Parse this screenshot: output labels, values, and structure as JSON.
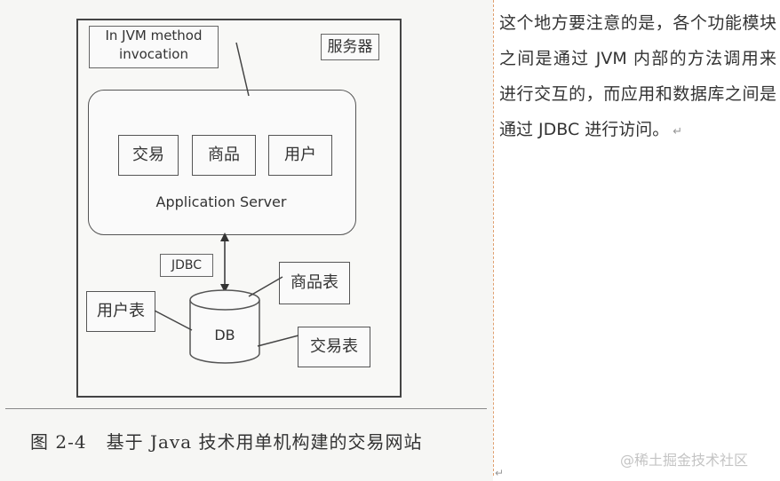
{
  "figure": {
    "server_label": "服务器",
    "jvm_note_line1": "In JVM method",
    "jvm_note_line2": "invocation",
    "modules": [
      "交易",
      "商品",
      "用户"
    ],
    "app_server_label": "Application Server",
    "jdbc_label": "JDBC",
    "db_label": "DB",
    "tables": {
      "user_table": "用户表",
      "product_table": "商品表",
      "trade_table": "交易表"
    },
    "caption": "图 2-4   基于 Java 技术用单机构建的交易网站"
  },
  "text_panel": {
    "paragraph": "这个地方要注意的是，各个功能模块之间是通过 JVM 内部的方法调用来进行交互的，而应用和数据库之间是通过 JDBC 进行访问。",
    "return_mark": "↵"
  },
  "corner_return_mark": "↵",
  "watermark": "@稀土掘金技术社区"
}
